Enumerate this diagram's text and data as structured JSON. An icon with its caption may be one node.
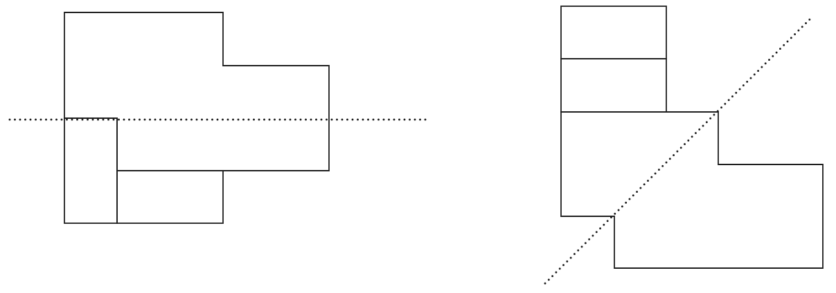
{
  "diagram": {
    "nodes": [
      {
        "text": [],
        "shape": "polygon"
      },
      {
        "text": [],
        "shape": "box"
      },
      {
        "text": [],
        "shape": "box"
      },
      {
        "text": [],
        "shape": "box"
      },
      {
        "text": [],
        "shape": "box"
      },
      {
        "text": [],
        "shape": "polygon"
      }
    ]
  }
}
